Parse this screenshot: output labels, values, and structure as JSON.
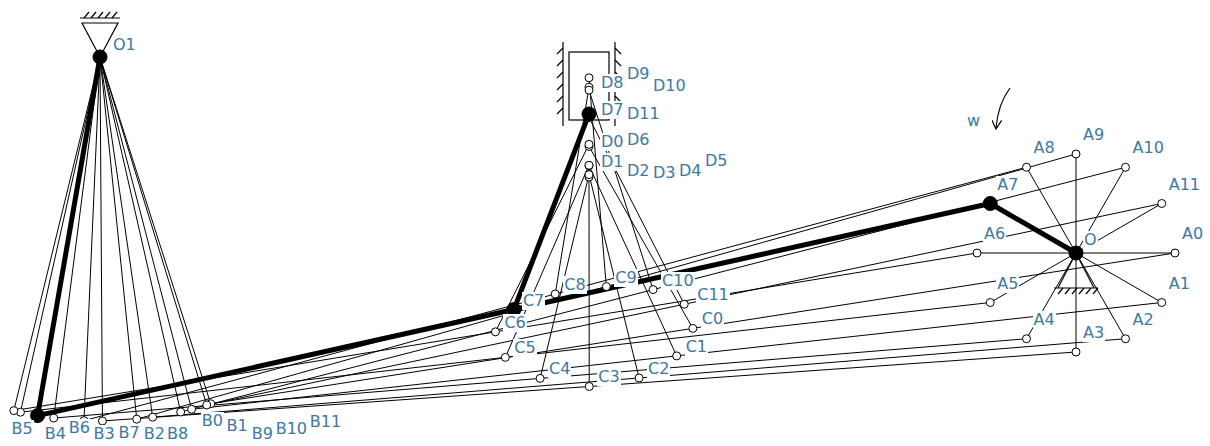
{
  "diagram": {
    "labels": [
      "A0",
      "A1",
      "A2",
      "A3",
      "A4",
      "A5",
      "A6",
      "A7",
      "A8",
      "A9",
      "A10",
      "A11",
      "B0",
      "B1",
      "B2",
      "B3",
      "B4",
      "B5",
      "B6",
      "B7",
      "B8",
      "B9",
      "B10",
      "B11",
      "C0",
      "C1",
      "C2",
      "C3",
      "C4",
      "C5",
      "C6",
      "C7",
      "C8",
      "C9",
      "C10",
      "C11",
      "D0",
      "D1",
      "D2",
      "D3",
      "D4",
      "D5",
      "D6",
      "D7",
      "D8",
      "D9",
      "D10",
      "D11",
      "O1",
      "O",
      "w"
    ]
  }
}
